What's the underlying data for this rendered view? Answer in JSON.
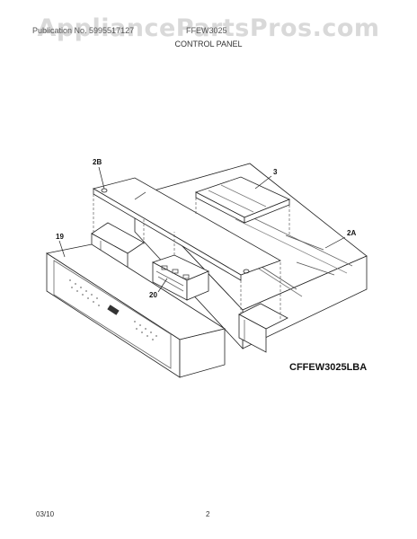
{
  "watermark": "AppliancePartsPros.com",
  "header": {
    "left": "Publication No. 5995517127",
    "model": "FFEW3025"
  },
  "section_title": "CONTROL PANEL",
  "callouts": {
    "c2b": "2B",
    "c3": "3",
    "c2a": "2A",
    "c19": "19",
    "c20": "20"
  },
  "model_label": "CFFEW3025LBA",
  "footer": {
    "date": "03/10",
    "page": "2"
  }
}
